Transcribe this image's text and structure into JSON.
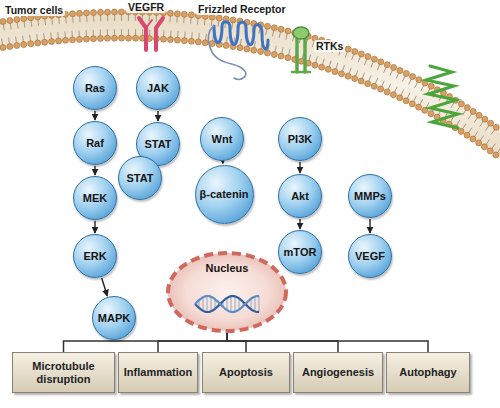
{
  "diagram": {
    "nodes": [
      {
        "text": [
          "Ras"
        ]
      },
      {
        "text": [
          "Raf"
        ]
      },
      {
        "text": [
          "MEK"
        ]
      },
      {
        "text": [
          "ERK"
        ]
      },
      {
        "text": [
          "MAPK"
        ]
      },
      {
        "text": [
          "JAK"
        ]
      },
      {
        "text": [
          "STAT"
        ]
      },
      {
        "text": [
          "STAT"
        ]
      },
      {
        "text": [
          "Wnt"
        ]
      },
      {
        "text": [
          "β-catenin"
        ]
      },
      {
        "text": [
          "PI3K"
        ]
      },
      {
        "text": [
          "Akt"
        ]
      },
      {
        "text": [
          "mTOR"
        ]
      },
      {
        "text": [
          "MMPs"
        ]
      },
      {
        "text": [
          "VEGF"
        ]
      },
      {
        "text": [
          "Nucleus"
        ]
      },
      {
        "text": [
          "Microtubule disruption"
        ]
      },
      {
        "text": [
          "Inflammation"
        ]
      },
      {
        "text": [
          "Apoptosis"
        ]
      },
      {
        "text": [
          "Angiogenesis"
        ]
      },
      {
        "text": [
          "Autophagy"
        ]
      }
    ],
    "edges": [
      {
        "from": 0,
        "to": 1,
        "arrow": "to"
      },
      {
        "from": 1,
        "to": 2,
        "arrow": "to"
      },
      {
        "from": 2,
        "to": 3,
        "arrow": "to"
      },
      {
        "from": 3,
        "to": 4,
        "arrow": "to"
      },
      {
        "from": 5,
        "to": 6,
        "arrow": "to"
      },
      {
        "from": 8,
        "to": 9,
        "arrow": "to"
      },
      {
        "from": 10,
        "to": 11,
        "arrow": "to"
      },
      {
        "from": 11,
        "to": 12,
        "arrow": "to"
      },
      {
        "from": 13,
        "to": 14,
        "arrow": "to"
      },
      {
        "from": 15,
        "to": 16,
        "arrow": "none"
      },
      {
        "from": 15,
        "to": 17,
        "arrow": "none"
      },
      {
        "from": 15,
        "to": 18,
        "arrow": "none"
      },
      {
        "from": 15,
        "to": 19,
        "arrow": "none"
      },
      {
        "from": 15,
        "to": 20,
        "arrow": "none"
      }
    ],
    "labels": [
      "Tumor cells",
      "VEGFR",
      "Frizzled Receptor",
      "RTKs"
    ]
  }
}
